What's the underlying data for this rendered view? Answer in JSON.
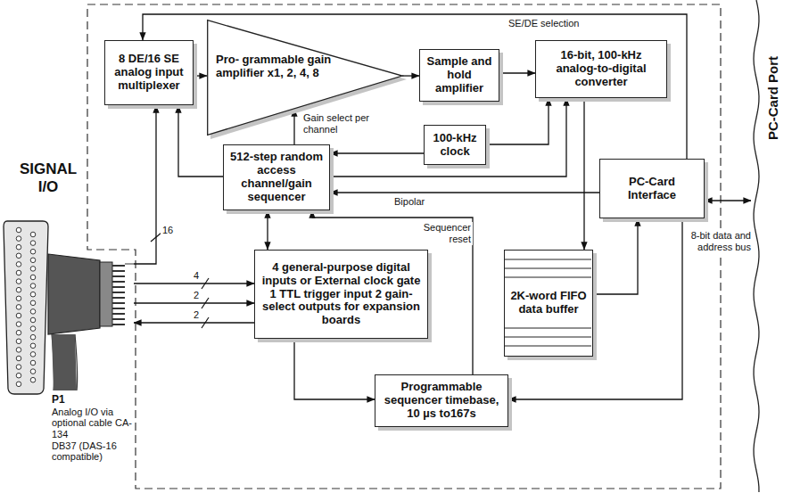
{
  "diagram": {
    "nodes": [
      {
        "text": [
          "8 DE/16 SE analog input multiplexer"
        ]
      },
      {
        "text": [
          "Pro- grammable gain amplifier x1, 2, 4, 8"
        ]
      },
      {
        "text": [
          "Sample and hold amplifier"
        ]
      },
      {
        "text": [
          "16-bit, 100-kHz analog-to-digital converter"
        ]
      },
      {
        "text": [
          "100-kHz clock"
        ]
      },
      {
        "text": [
          "512-step random access channel/gain sequencer"
        ]
      },
      {
        "text": [
          "PC-Card Interface"
        ]
      },
      {
        "text": [
          "2K-word FIFO data buffer"
        ]
      },
      {
        "text": [
          "4 general-purpose digital inputs or External clock gate 1 TTL trigger input 2 gain-select outputs for expansion boards"
        ]
      },
      {
        "text": [
          "Programmable sequencer timebase, 10 µs to167s"
        ]
      },
      {
        "text": [
          "P1",
          "Analog I/O via optional cable CA-134",
          "DB37 (DAS-16 compatible)"
        ]
      },
      {
        "text": [
          "PC-Card Port"
        ]
      }
    ],
    "edges": [
      {
        "from": 0,
        "to": 1,
        "arrow": "to"
      },
      {
        "from": 1,
        "to": 2,
        "arrow": "to"
      },
      {
        "from": 2,
        "to": 3,
        "arrow": "to"
      },
      {
        "from": 6,
        "to": 0,
        "arrow": "to",
        "label": "SE/DE selection"
      },
      {
        "from": 5,
        "to": 0,
        "arrow": "to"
      },
      {
        "from": 5,
        "to": 1,
        "arrow": "to",
        "label": "Gain select per channel"
      },
      {
        "from": 4,
        "to": 5,
        "arrow": "to"
      },
      {
        "from": 4,
        "to": 3,
        "arrow": "to"
      },
      {
        "from": 5,
        "to": 3,
        "arrow": "to"
      },
      {
        "from": 6,
        "to": 5,
        "arrow": "to",
        "label": "Bipolar"
      },
      {
        "from": 3,
        "to": 7,
        "arrow": "to"
      },
      {
        "from": 7,
        "to": 6,
        "arrow": "to"
      },
      {
        "from": 6,
        "to": 9,
        "arrow": "to"
      },
      {
        "from": 6,
        "to": 11,
        "arrow": "both",
        "label": "8-bit data and address bus"
      },
      {
        "from": 5,
        "to": 8,
        "arrow": "both"
      },
      {
        "from": 9,
        "to": 5,
        "arrow": "to",
        "label": "Sequencer reset"
      },
      {
        "from": 10,
        "to": 0,
        "arrow": "to",
        "label": "16"
      },
      {
        "from": 10,
        "to": 8,
        "arrow": "to",
        "label": "4"
      },
      {
        "from": 10,
        "to": 8,
        "arrow": "to",
        "label": "2"
      },
      {
        "from": 8,
        "to": 10,
        "arrow": "to",
        "label": "2"
      },
      {
        "from": 8,
        "to": 9,
        "arrow": "to"
      }
    ],
    "labels": [
      "SIGNAL I/O"
    ]
  }
}
